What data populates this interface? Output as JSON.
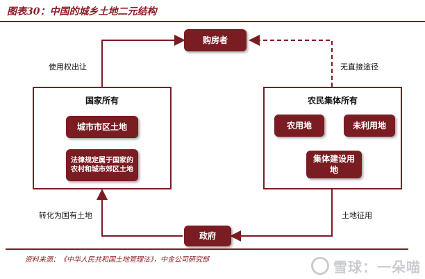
{
  "title": "图表30：中国的城乡土地二元结构",
  "footer": "资料来源：《中华人民共和国土地管理法》，中金公司研究部",
  "watermark": "雪球：一朵喵",
  "colors": {
    "accent": "#7a1d22",
    "title": "#8b1c24"
  },
  "nodes": {
    "buyer": "购房者",
    "government": "政府",
    "state": {
      "title": "国家所有",
      "urban_land": "城市市区土地",
      "legal_land": "法律规定属于国家的农村和城市郊区土地"
    },
    "collective": {
      "title": "农民集体所有",
      "farmland": "农用地",
      "unused": "未利用地",
      "construction": "集体建设用地"
    }
  },
  "edges": {
    "use_right": "使用权出让",
    "no_direct": "无直接途径",
    "convert_state": "转化为国有土地",
    "expropriation": "土地征用"
  }
}
